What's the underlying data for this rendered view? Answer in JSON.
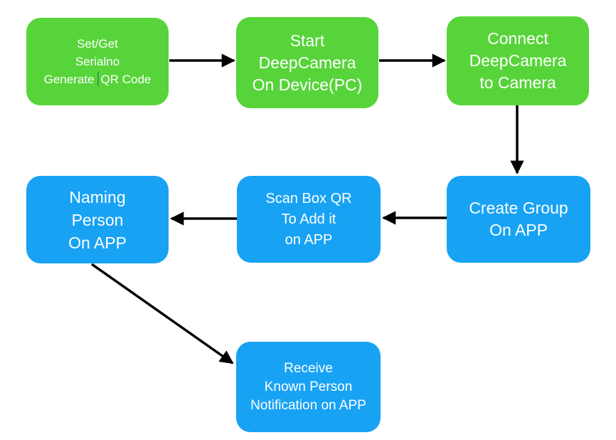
{
  "colors": {
    "node_green": "#57D43A",
    "node_blue": "#18A2F4",
    "arrow": "#000000",
    "text": "#FFFFFF",
    "background": "#FFFFFF"
  },
  "nodes": [
    {
      "id": "set-get-serialno",
      "color": "green",
      "lines": [
        "Set/Get",
        "Serialno"
      ],
      "line3": {
        "before_cursor": "Generate",
        "after_cursor": "QR Code"
      }
    },
    {
      "id": "start-deepcamera",
      "color": "green",
      "lines": [
        "Start",
        "DeepCamera",
        "On Device(PC)"
      ]
    },
    {
      "id": "connect-deepcamera",
      "color": "green",
      "lines": [
        "Connect",
        "DeepCamera",
        "to Camera"
      ]
    },
    {
      "id": "create-group",
      "color": "blue",
      "lines": [
        "Create Group",
        "On APP"
      ]
    },
    {
      "id": "scan-box-qr",
      "color": "blue",
      "lines": [
        "Scan Box QR",
        "To Add it",
        "on APP"
      ]
    },
    {
      "id": "naming-person",
      "color": "blue",
      "lines": [
        "Naming",
        "Person",
        "On APP"
      ]
    },
    {
      "id": "receive-notification",
      "color": "blue",
      "lines": [
        "Receive",
        "Known Person",
        "Notification on APP"
      ]
    }
  ],
  "edges": [
    {
      "from": "set-get-serialno",
      "to": "start-deepcamera"
    },
    {
      "from": "start-deepcamera",
      "to": "connect-deepcamera"
    },
    {
      "from": "connect-deepcamera",
      "to": "create-group"
    },
    {
      "from": "create-group",
      "to": "scan-box-qr"
    },
    {
      "from": "scan-box-qr",
      "to": "naming-person"
    },
    {
      "from": "naming-person",
      "to": "receive-notification"
    }
  ]
}
